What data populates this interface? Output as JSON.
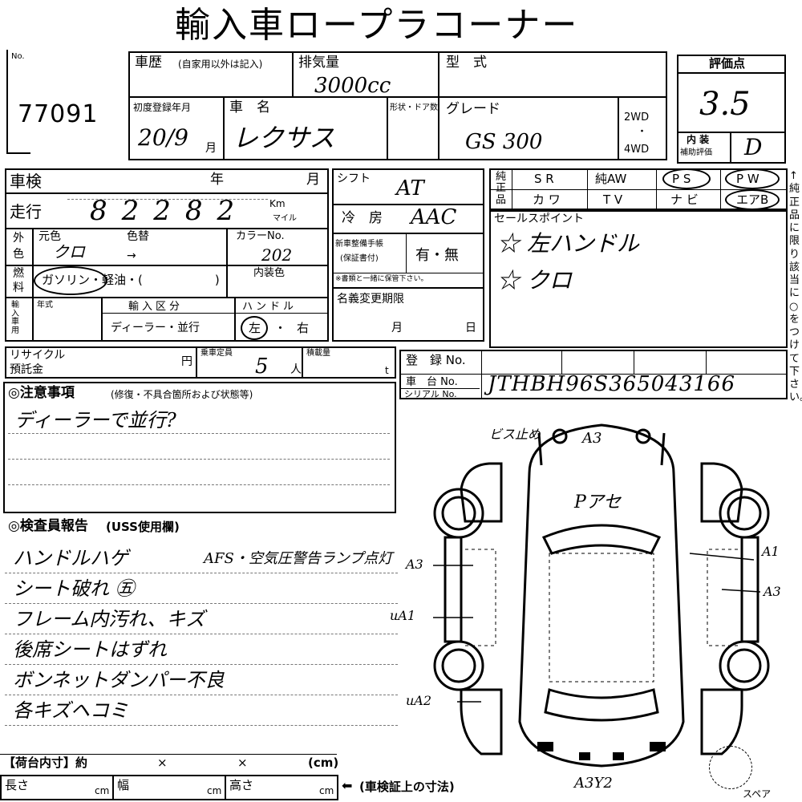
{
  "title": "輸入車ロープラコーナー",
  "lot": {
    "no_label": "No.",
    "number": "77091"
  },
  "history": {
    "label": "車歴",
    "note": "(自家用以外は記入)"
  },
  "displacement": {
    "label": "排気量",
    "value": "3000cc"
  },
  "model_type": {
    "label": "型　式"
  },
  "score": {
    "label": "評価点",
    "value": "3.5",
    "interior_label_1": "内 装",
    "interior_label_2": "補助評価",
    "interior_value": "D"
  },
  "first_reg": {
    "label": "初度登録年月",
    "value": "20/9",
    "month": "月"
  },
  "car_name": {
    "label": "車　名",
    "value": "レクサス"
  },
  "body_doors": {
    "label": "形状・ドア数"
  },
  "grade": {
    "label": "グレード",
    "value": "GS 300"
  },
  "drive": {
    "opt1": "2WD",
    "dot": "・",
    "opt2": "4WD"
  },
  "shaken": {
    "label": "車検",
    "year": "年",
    "month": "月"
  },
  "mileage": {
    "label": "走行",
    "value": "82282",
    "unit_km": "Km",
    "unit_mile": "マイル"
  },
  "ext_color": {
    "label_1": "外",
    "label_2": "色",
    "orig_label": "元色",
    "orig_value": "クロ",
    "repaint_label": "色替",
    "arrow": "→",
    "color_no_label": "カラーNo.",
    "color_no": "202"
  },
  "fuel": {
    "label_1": "燃",
    "label_2": "料",
    "options": "ガソリン・軽油・(　　　　　　)",
    "selected": "ガソリン",
    "interior_color_label": "内装色"
  },
  "import": {
    "label": "輸入車用",
    "year_label": "年式",
    "category_label": "輸入区分",
    "category_options": "ディーラー・並行",
    "handle_label": "ハンドル",
    "handle_left": "左",
    "handle_dot": "・",
    "handle_right": "右"
  },
  "shift": {
    "label": "シフト",
    "value": "AT"
  },
  "aircon": {
    "label": "冷　房",
    "value": "AAC"
  },
  "manual": {
    "label_1": "新車整備手帳",
    "label_2": "(保証書付)",
    "value": "有・無",
    "note": "※書類と一緒に保管下さい。"
  },
  "name_change": {
    "label": "名義変更期限",
    "month": "月",
    "day": "日"
  },
  "equipment": {
    "side_label": "純正品",
    "row1": [
      "S R",
      "純AW",
      "P S",
      "P W"
    ],
    "row2": [
      "カ ワ",
      "T V",
      "ナ ビ",
      "エアB"
    ]
  },
  "side_note": "↑純正品に限り該当に○をつけて下さい。",
  "sales_points": {
    "label": "セールスポイント",
    "lines": [
      "☆ 左ハンドル",
      "☆ クロ"
    ]
  },
  "recycle": {
    "label_1": "リサイクル",
    "label_2": "預託金",
    "yen": "円",
    "capacity_label": "乗車定員",
    "capacity_value": "5",
    "capacity_unit": "人",
    "load_label": "積載量",
    "load_unit": "t"
  },
  "registration_no": {
    "label": "登　録 No."
  },
  "chassis_no": {
    "label": "車　台 No.",
    "value": "JTHBH96S365043166"
  },
  "serial_no": {
    "label": "シリアル No."
  },
  "notes": {
    "label": "◎注意事項",
    "sub": "(修復・不具合箇所および状態等)",
    "lines": [
      "ディーラーで並行?",
      "",
      "",
      ""
    ]
  },
  "inspector": {
    "label": "◎検査員報告",
    "sub": "(USS使用欄)",
    "lines": [
      "ハンドルハゲ",
      "シート破れ ㊄",
      "フレーム内汚れ、キズ",
      "後席シートはずれ",
      "ボンネットダンパー不良",
      "各キズヘコミ"
    ],
    "extra": "AFS・空気圧警告ランプ点灯"
  },
  "diagram_marks": {
    "top_left": "ビス止め",
    "top": "A3",
    "interior": "Pアセ",
    "left_1": "A3",
    "left_2": "uA1",
    "left_3": "uA2",
    "right_1": "A1",
    "right_2": "A3",
    "bottom": "A3Y2",
    "spare": "スペア"
  },
  "cargo": {
    "label": "【荷台内寸】約",
    "x1": "×",
    "x2": "×",
    "unit": "(cm)",
    "length": "長さ",
    "width": "幅",
    "height": "高さ",
    "cm": "cm",
    "note": "(車検証上の寸法)",
    "arrow": "⬅"
  }
}
